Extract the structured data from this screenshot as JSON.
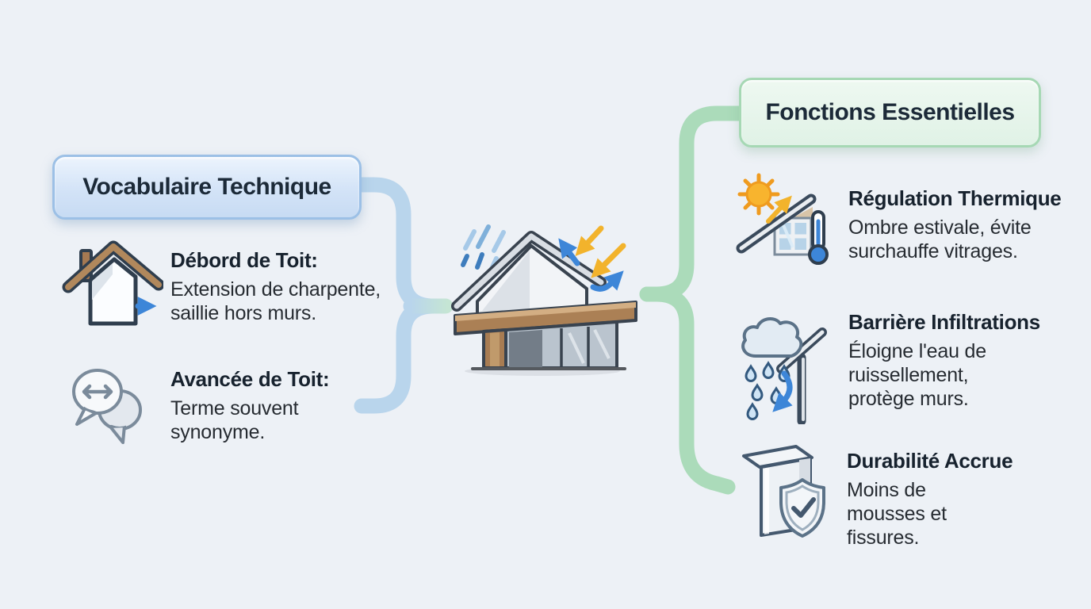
{
  "vocabulary_panel": {
    "header": "Vocabulaire Technique",
    "items": [
      {
        "icon": "house-roof-overhang-icon",
        "term": "Débord de Toit:",
        "definition": "Extension de charpente, saillie hors murs."
      },
      {
        "icon": "speech-bubbles-synonym-icon",
        "term": "Avancée de Toit:",
        "definition": "Terme souvent synonyme."
      }
    ]
  },
  "functions_panel": {
    "header": "Fonctions Essentielles",
    "items": [
      {
        "icon": "sun-roof-thermometer-icon",
        "title": "Régulation Thermique",
        "description": "Ombre estivale, évite surchauffe vitrages."
      },
      {
        "icon": "rain-cloud-deflection-icon",
        "title": "Barrière Infiltrations",
        "description": "Éloigne l'eau de ruissellement, protège murs."
      },
      {
        "icon": "wall-shield-check-icon",
        "title": "Durabilité Accrue",
        "description": "Moins de mousses et fissures."
      }
    ]
  },
  "center": {
    "illustration": "modern-house-with-roof-overhang"
  },
  "colors": {
    "background": "#edf1f6",
    "vocab_box_border": "#9cc0e6",
    "vocab_box_fill": "#d6e5f8",
    "functions_box_border": "#a6d8b4",
    "functions_box_fill": "#e7f5ea",
    "connector_blue": "#b9d5ec",
    "connector_green": "#abdbba",
    "heading_text": "#1c2a38",
    "body_text": "#262b31",
    "accent_blue": "#3d86d8",
    "accent_yellow": "#f2b32c",
    "wood_brown": "#ab8055"
  }
}
